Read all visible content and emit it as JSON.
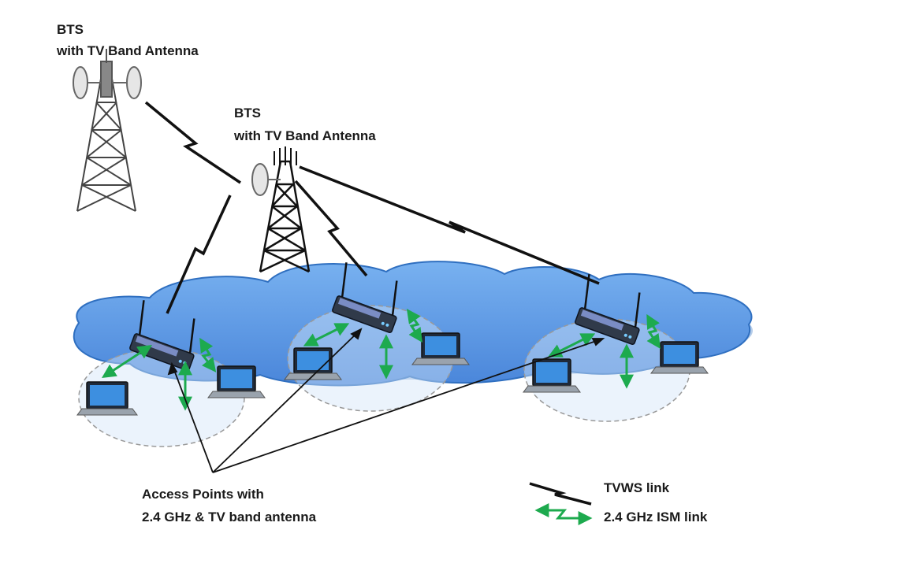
{
  "labels": {
    "bts_left_line1": "BTS",
    "bts_left_line2": "with TV Band Antenna",
    "bts_center_line1": "BTS",
    "bts_center_line2": "with TV Band Antenna",
    "ap_line1": "Access Points with",
    "ap_line2": "2.4 GHz & TV band antenna"
  },
  "legend": {
    "tvws_label": "TVWS link",
    "ism_label": "2.4 GHz ISM link"
  },
  "colors": {
    "cloud_fill": "#5b9be8",
    "cloud_stroke": "#2f6fc0",
    "tvws_link": "#111111",
    "ism_link": "#1daa4e",
    "coverage": "#999999"
  },
  "icons": [
    "cell-tower-icon",
    "dish-antenna-icon",
    "access-point-icon",
    "laptop-icon"
  ]
}
